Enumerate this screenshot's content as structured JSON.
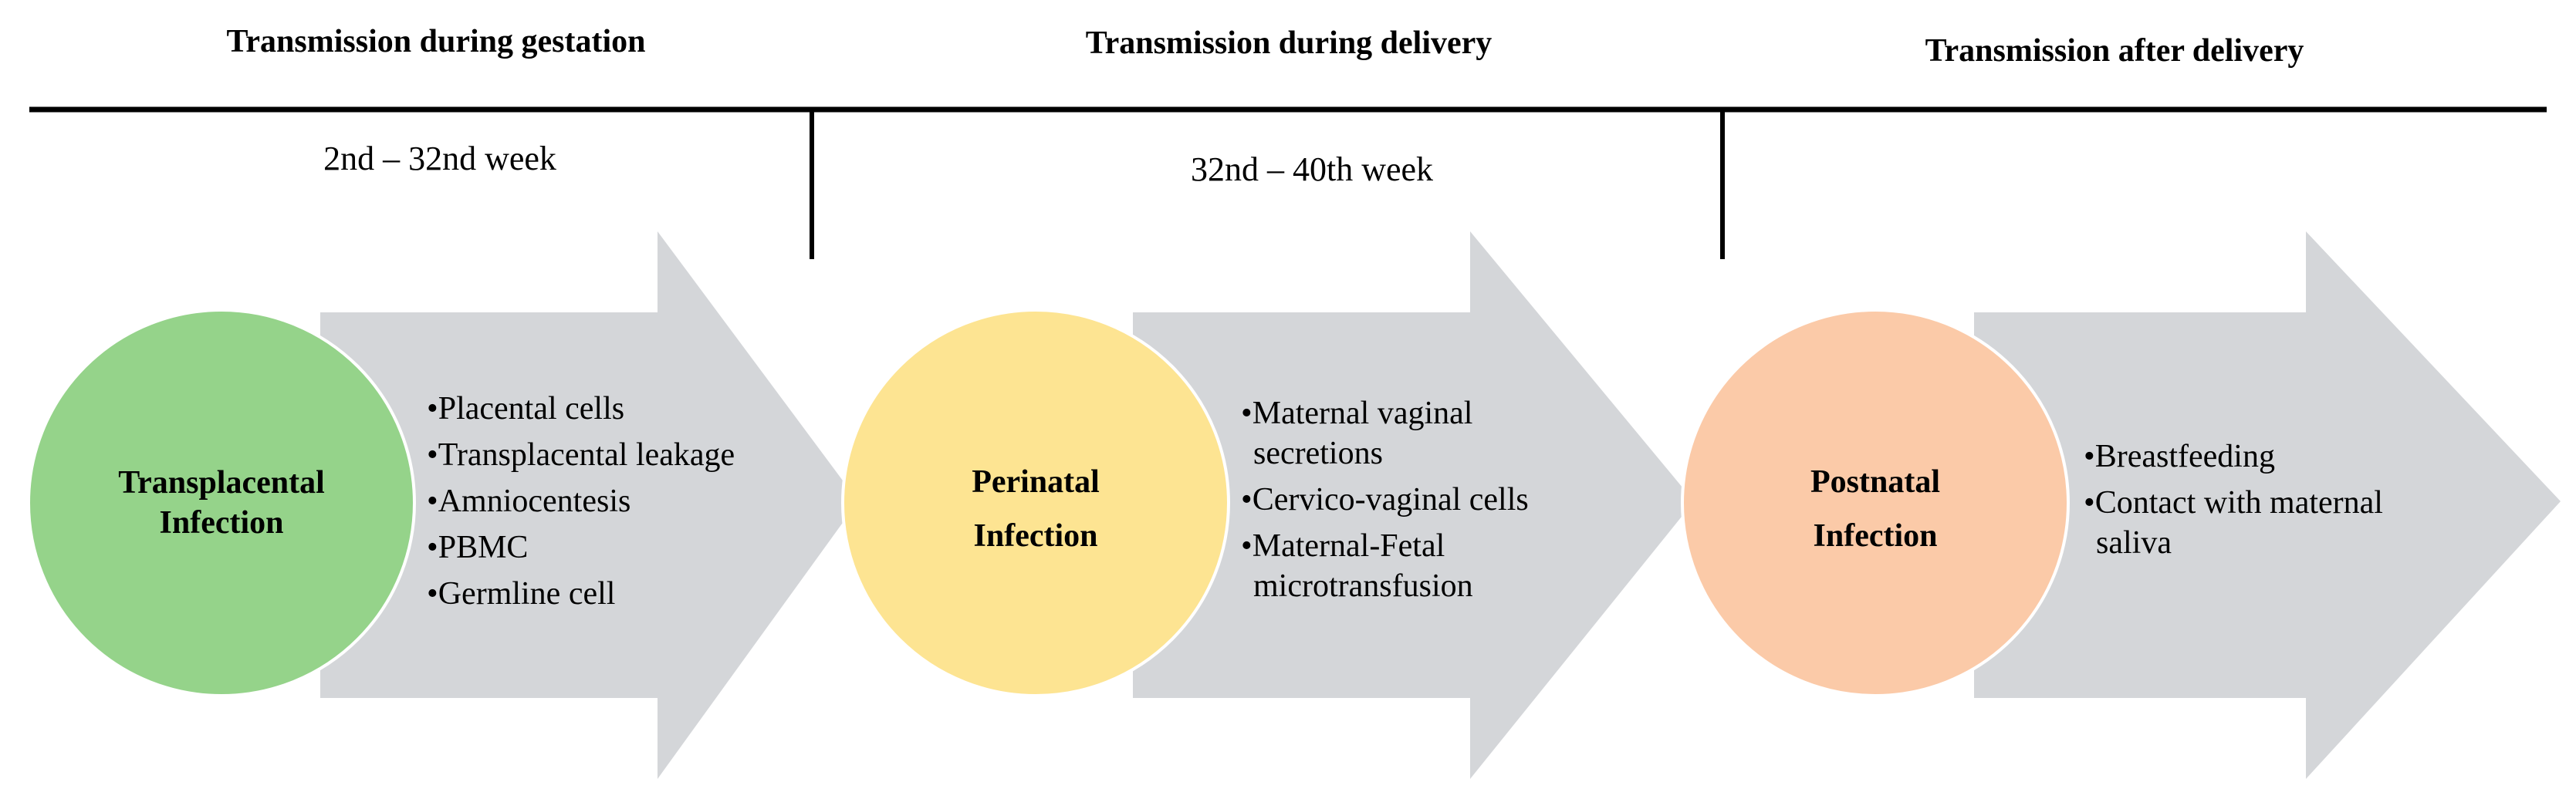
{
  "headers": {
    "gestation": "Transmission during gestation",
    "delivery": "Transmission during delivery",
    "after": "Transmission after delivery"
  },
  "periods": {
    "gestation": "2nd – 32nd week",
    "delivery": "32nd – 40th week"
  },
  "stages": [
    {
      "label_line1": "Transplacental",
      "label_line2": "Infection",
      "color": "#95d38a",
      "items": [
        "Placental cells",
        "Transplacental leakage",
        "Amniocentesis",
        "PBMC",
        "Germline cell"
      ]
    },
    {
      "label_line1": "Perinatal",
      "label_line2": "Infection",
      "color": "#fde492",
      "items": [
        "Maternal vaginal",
        "secretions",
        "Cervico-vaginal cells",
        "Maternal-Fetal",
        "microtransfusion"
      ]
    },
    {
      "label_line1": "Postnatal",
      "label_line2": "Infection",
      "color": "#fbcaa8",
      "items": [
        "Breastfeeding",
        "Contact with maternal",
        "saliva"
      ]
    }
  ],
  "colors": {
    "arrow": "#d4d6d9",
    "line": "#000000"
  }
}
